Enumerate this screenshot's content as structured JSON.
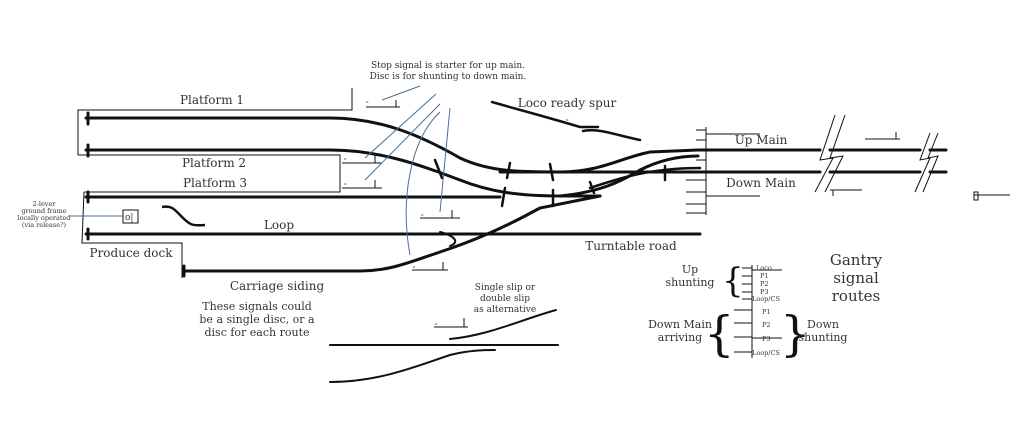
{
  "labels": {
    "note_stop_signal_line1": "Stop signal is starter for up main.",
    "note_stop_signal_line2": "Disc is for shunting to down main.",
    "platform1": "Platform 1",
    "platform2": "Platform 2",
    "platform3": "Platform 3",
    "loco_ready_spur": "Loco ready spur",
    "up_main": "Up Main",
    "down_main": "Down Main",
    "loop": "Loop",
    "produce_dock": "Produce dock",
    "turntable_road": "Turntable road",
    "carriage_siding": "Carriage siding",
    "ground_frame_line1": "2-lever",
    "ground_frame_line2": "ground frame",
    "ground_frame_line3": "locally operated",
    "ground_frame_line4": "(via release?)",
    "signals_note_line1": "These signals could",
    "signals_note_line2": "be a single disc, or a",
    "signals_note_line3": "disc for each route",
    "slip_note_line1": "Single slip or",
    "slip_note_line2": "double slip",
    "slip_note_line3": "as alternative",
    "gantry_title_line1": "Gantry",
    "gantry_title_line2": "signal",
    "gantry_title_line3": "routes",
    "up_shunting_line1": "Up",
    "up_shunting_line2": "shunting",
    "down_main_arriving_line1": "Down Main",
    "down_main_arriving_line2": "arriving",
    "down_shunting_line1": "Down",
    "down_shunting_line2": "shunting",
    "disc_symbol": "ₒ",
    "ground_frame_symbol": "o|"
  },
  "gantry_routes": {
    "up_shunting": [
      "Loco",
      "P1",
      "P2",
      "P3",
      "Loop/CS"
    ],
    "down_main_arriving": [
      "P1",
      "P2",
      "P3",
      "Loop/CS"
    ]
  },
  "colors": {
    "track": "#111111",
    "annotation_line": "#4a6e96",
    "text": "#333333"
  }
}
